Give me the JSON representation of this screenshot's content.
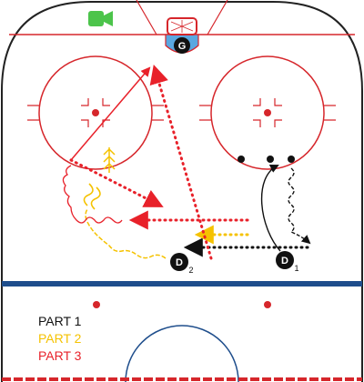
{
  "colors": {
    "rink_line": "#d6262b",
    "blue_line": "#1f4e8c",
    "crease": "#5aa7e0",
    "camera_icon": "#4cc44b",
    "player_fill": "#111111",
    "part1": "#111111",
    "part2": "#f5c200",
    "part3": "#e8212a"
  },
  "icons": {
    "camera": "video-camera-icon",
    "net": "goal-net-icon"
  },
  "goalie": {
    "label": "G"
  },
  "players": [
    {
      "id": "d1",
      "letter": "D",
      "sub": "1"
    },
    {
      "id": "d2",
      "letter": "D",
      "sub": "2"
    }
  ],
  "legend": [
    {
      "id": "part1",
      "label": "PART 1",
      "color": "#111111"
    },
    {
      "id": "part2",
      "label": "PART 2",
      "color": "#f5c200"
    },
    {
      "id": "part3",
      "label": "PART 3",
      "color": "#e8212a"
    }
  ]
}
